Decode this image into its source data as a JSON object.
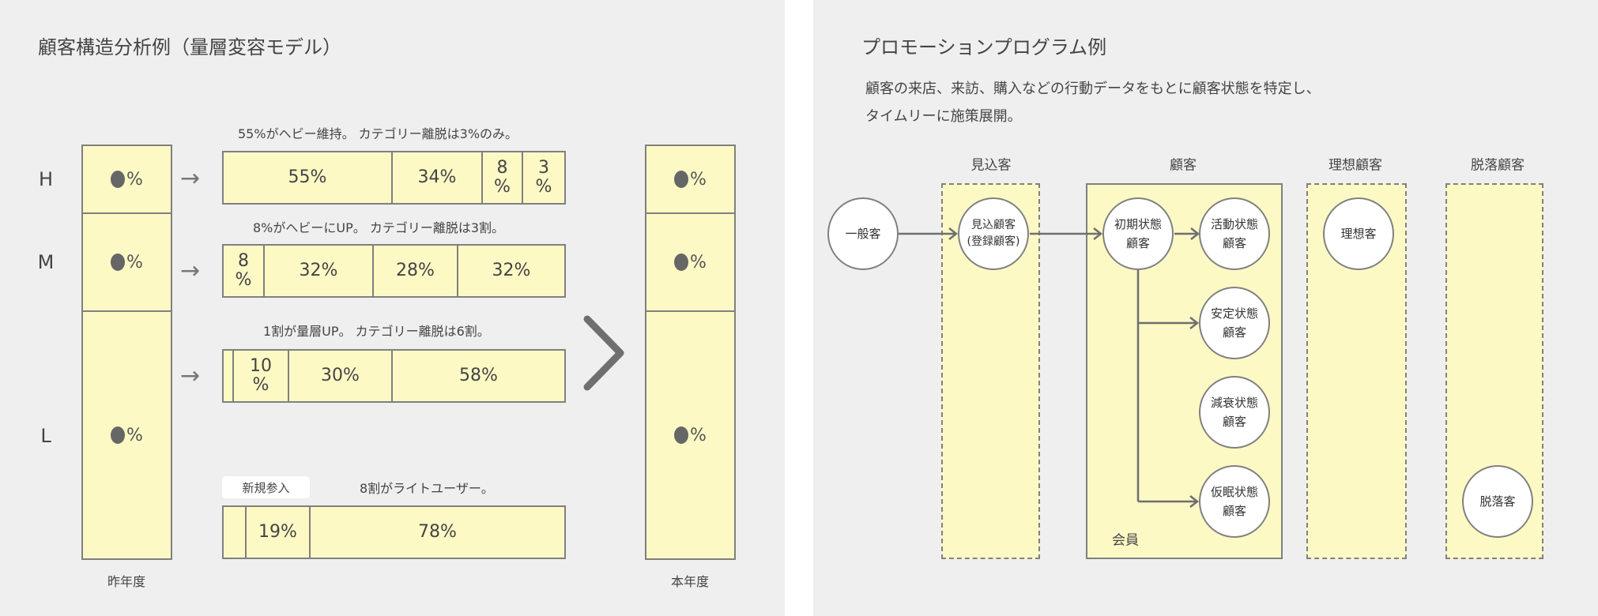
{
  "left": {
    "title": "顧客構造分析例（量層変容モデル）",
    "levels": [
      "H",
      "M",
      "L"
    ],
    "last_year": {
      "label": "昨年度",
      "cells": [
        "%",
        "%",
        "%"
      ]
    },
    "this_year": {
      "label": "本年度",
      "cells": [
        "%",
        "%",
        "%"
      ]
    },
    "rows": [
      {
        "caption": "55%がヘビー維持。 カテゴリー離脱は3%のみ。",
        "cells": [
          "55%",
          "34%",
          "8\n%",
          "3\n%"
        ]
      },
      {
        "caption": "8%がヘビーにUP。 カテゴリー離脱は3割。",
        "cells": [
          "8\n%",
          "32%",
          "28%",
          "32%"
        ]
      },
      {
        "caption": "1割が量層UP。 カテゴリー離脱は6割。",
        "cells": [
          "",
          "10\n%",
          "30%",
          "58%"
        ]
      }
    ],
    "new_entry": {
      "badge": "新規参入",
      "caption": "8割がライトユーザー。",
      "cells": [
        "",
        "19%",
        "78%"
      ]
    }
  },
  "right": {
    "title": "プロモーションプログラム例",
    "description": [
      "顧客の来店、来訪、購入などの行動データをもとに顧客状態を特定し、",
      "タイムリーに施策展開。"
    ],
    "columns": [
      "見込客",
      "顧客",
      "理想顧客",
      "脱落顧客"
    ],
    "nodes": {
      "general": "一般客",
      "prospect": "見込顧客\n(登録顧客)",
      "initial": "初期状態\n顧客",
      "active": "活動状態\n顧客",
      "stable": "安定状態\n顧客",
      "declining": "減衰状態\n顧客",
      "dormant": "仮眠状態\n顧客",
      "ideal": "理想客",
      "lapsed": "脱落客"
    },
    "member_label": "会員"
  }
}
